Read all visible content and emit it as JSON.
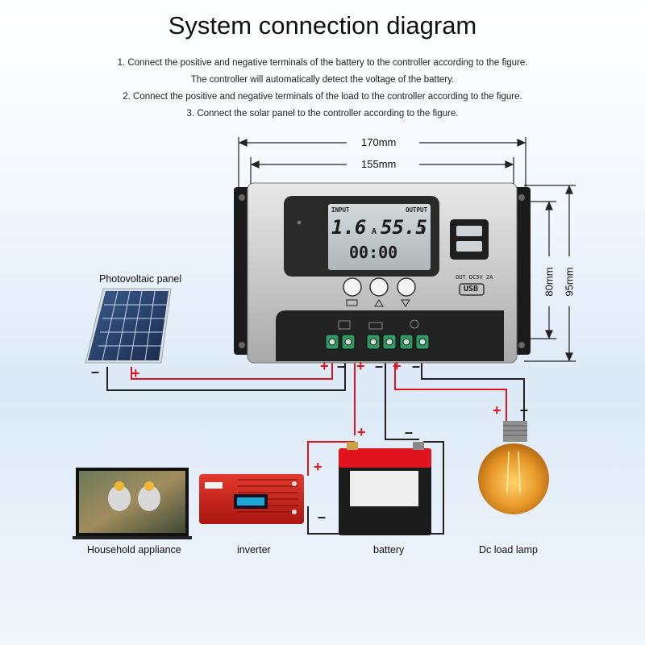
{
  "title": "System connection diagram",
  "instructions": [
    "1. Connect the positive and negative terminals of the battery to the controller according to the figure.",
    "The controller will automatically detect the voltage of the battery.",
    "2. Connect the positive and negative terminals of the load to the controller according to the figure.",
    "3. Connect the solar panel to the controller according to the figure."
  ],
  "dimensions": {
    "outer_width": "170mm",
    "inner_width": "155mm",
    "inner_height": "80mm",
    "outer_height": "95mm"
  },
  "controller": {
    "lcd": {
      "input_label": "INPUT",
      "output_label": "OUTPUT",
      "current": "1.6",
      "current_unit": "A",
      "voltage": "55.5",
      "voltage_unit": "V",
      "clock": "00:00"
    },
    "usb_spec": "OUT DC5V 2A",
    "usb_label": "USB"
  },
  "components": {
    "pv_panel": "Photovoltaic panel",
    "appliance": "Household appliance",
    "inverter": "inverter",
    "battery": "battery",
    "lamp": "Dc load lamp"
  },
  "polarity": {
    "positive": "+",
    "negative": "–"
  },
  "colors": {
    "positive_wire": "#e0141e",
    "negative_wire": "#222222",
    "controller_body": "#c8c8c8",
    "lcd": "#bfc6c8"
  }
}
